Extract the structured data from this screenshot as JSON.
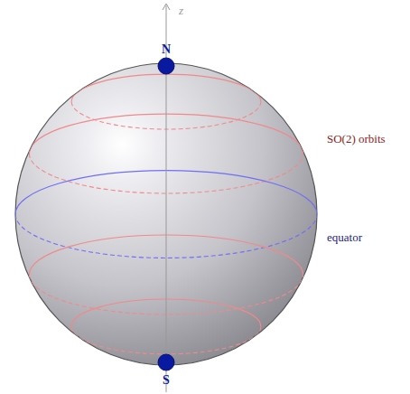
{
  "diagram": {
    "labels": [
      "z",
      "N",
      "S",
      "SO(2) orbits",
      "equator"
    ]
  }
}
